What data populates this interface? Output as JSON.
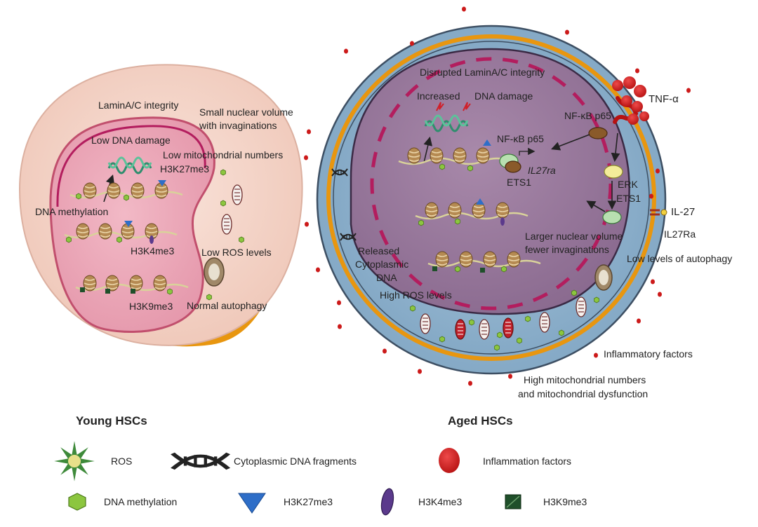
{
  "young": {
    "labels": {
      "lamin": "LaminA/C integrity",
      "small_nuclear_1": "Small nuclear volume",
      "small_nuclear_2": "with invaginations",
      "low_dna_damage": "Low DNA damage",
      "low_mito": "Low mitochondrial numbers",
      "h3k27me3": "H3K27me3",
      "dna_methylation": "DNA methylation",
      "h3k4me3": "H3K4me3",
      "low_ros": "Low ROS levels",
      "h3k9me3": "H3K9me3",
      "normal_autophagy": "Normal autophagy"
    },
    "title": "Young HSCs"
  },
  "aged": {
    "labels": {
      "disrupted_lamin": "Disrupted LaminA/C integrity",
      "increased": "Increased",
      "dna_damage": "DNA damage",
      "tnf": "TNF-α",
      "nfkb_outer": "NF-κB p65",
      "nfkb_inner": "NF-κB p65",
      "il27ra_gene": "IL27ra",
      "ets1_inner": "ETS1",
      "erk": "ERK",
      "ets1_outer": "ETS1",
      "il27": "IL-27",
      "il27ra_receptor": "IL27Ra",
      "larger_nuclear_1": "Larger nuclear volume",
      "larger_nuclear_2": "fewer invaginations",
      "low_autophagy": "Low levels of autophagy",
      "released_1": "Released",
      "released_2": "Cytoplasmic",
      "released_3": "DNA",
      "high_ros": "High ROS levels",
      "inflammatory": "Inflammatory factors",
      "high_mito_1": "High mitochondrial numbers",
      "high_mito_2": "and mitochondrial dysfunction"
    },
    "title": "Aged HSCs"
  },
  "legend": {
    "ros": "ROS",
    "cyto_dna": "Cytoplasmic DNA fragments",
    "inflammation": "Inflammation factors",
    "dna_methylation": "DNA methylation",
    "h3k27me3": "H3K27me3",
    "h3k4me3": "H3K4me3",
    "h3k9me3": "H3K9me3"
  },
  "colors": {
    "young_cell": "#f6d9cf",
    "young_nucleus": "#ecaab8",
    "aged_cell": "#8fb3cf",
    "aged_nucleus": "#9a7a9e",
    "membrane_orange": "#e8960f",
    "lamina_red": "#b31d5e",
    "inflammation_red": "#cc1a1a",
    "dna_green": "#3aa07a",
    "methyl_green": "#8cc63f",
    "h3k27_blue": "#2e6ec8",
    "h3k4_purple": "#5b3a8c",
    "h3k9_green": "#1f4f2a"
  }
}
